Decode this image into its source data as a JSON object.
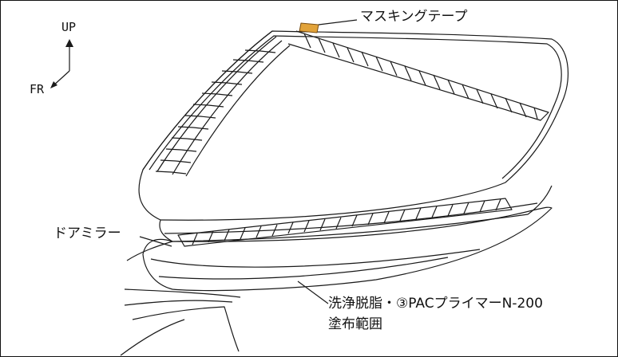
{
  "diagram": {
    "axis": {
      "up_label": "UP",
      "front_label": "FR"
    },
    "callouts": {
      "masking_tape": "マスキングテープ",
      "door_mirror": "ドアミラー",
      "coating_area_line1": "洗浄脱脂・③PACプライマーN-200",
      "coating_area_line2": "塗布範囲"
    },
    "colors": {
      "line": "#1a1a1a",
      "tape": "#e2a33a"
    },
    "icons": [
      "up-arrow-icon",
      "front-arrow-icon"
    ]
  }
}
